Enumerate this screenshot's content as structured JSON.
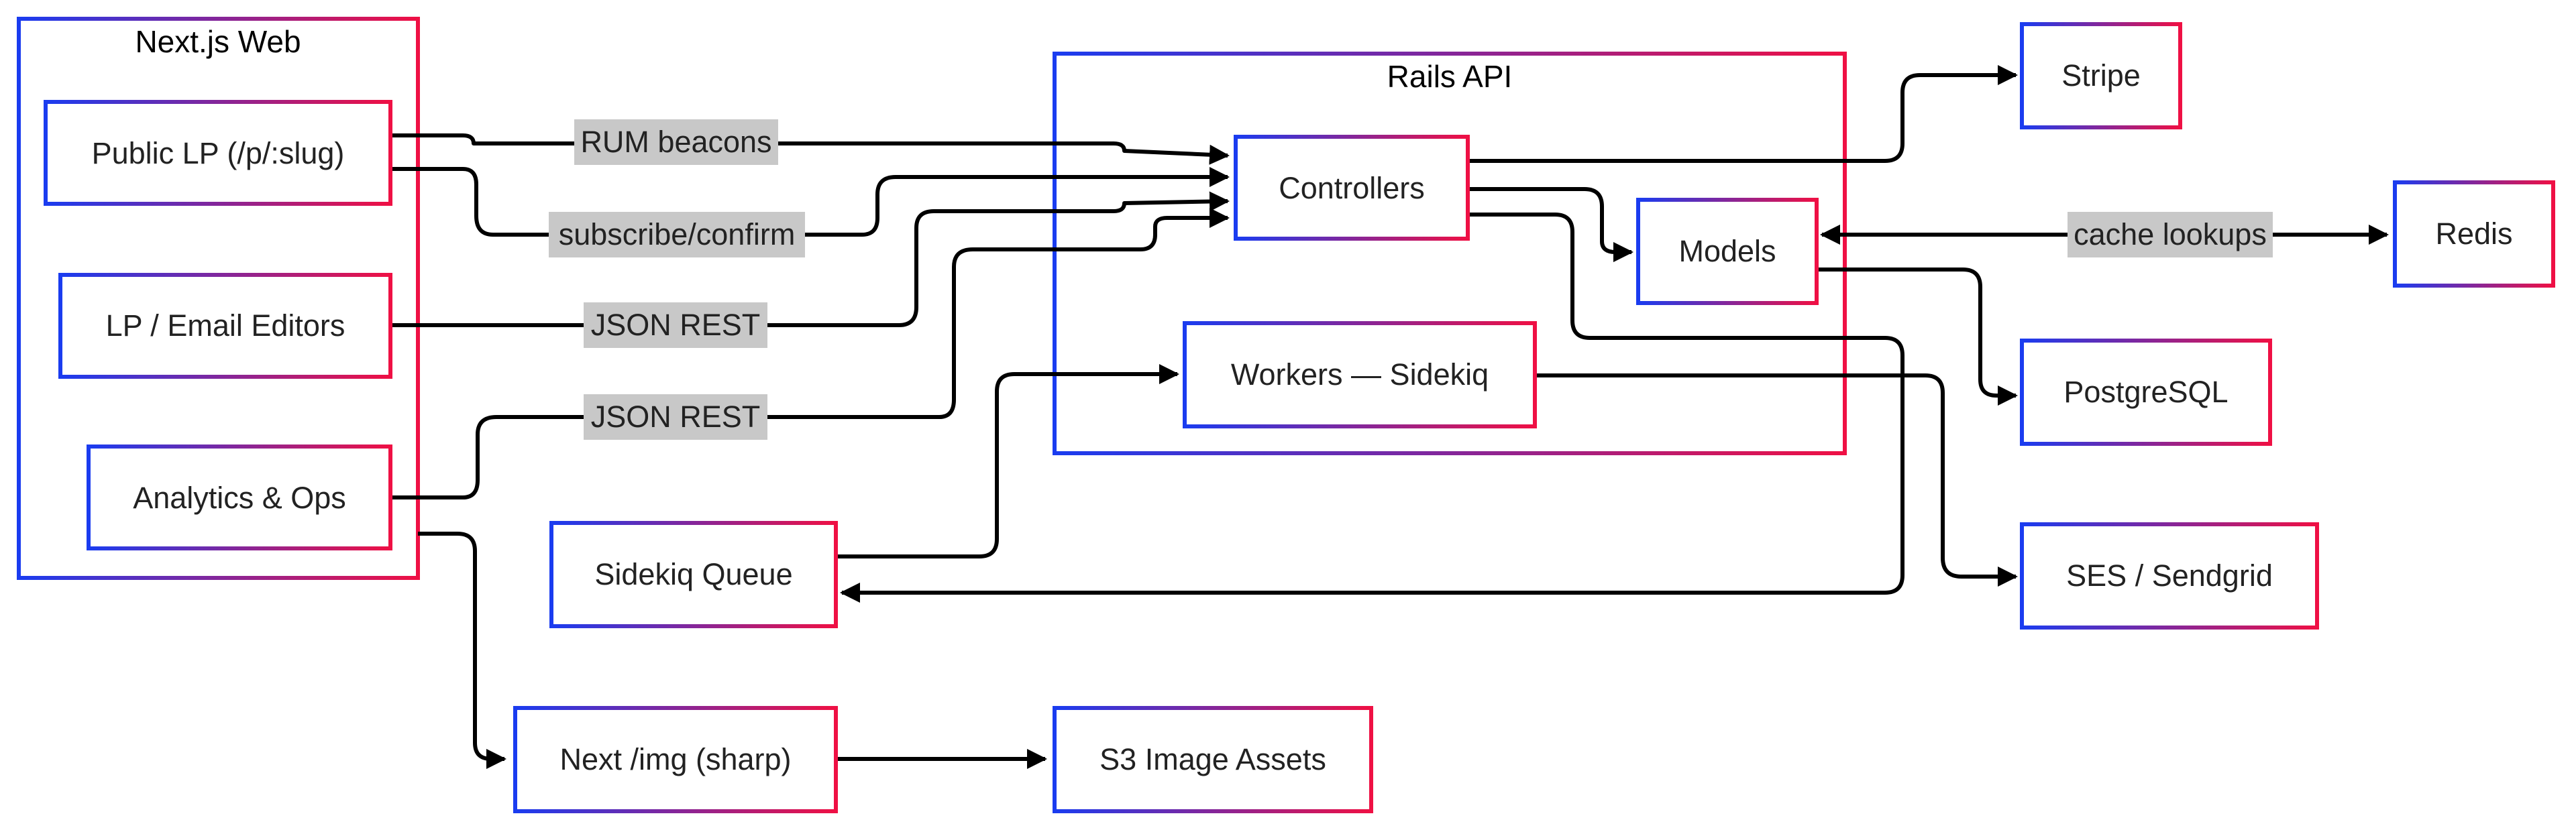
{
  "diagram": {
    "colors": {
      "gradient_start": "#1a3cf0",
      "gradient_end": "#ef1044",
      "edge": "#000000",
      "label_bg": "#c8c8c8"
    },
    "groups": {
      "nextjs": {
        "title": "Next.js Web"
      },
      "rails": {
        "title": "Rails API"
      }
    },
    "nodes": {
      "public_lp": {
        "label": "Public LP (/p/:slug)"
      },
      "editors": {
        "label": "LP / Email Editors"
      },
      "analytics": {
        "label": "Analytics & Ops"
      },
      "controllers": {
        "label": "Controllers"
      },
      "models": {
        "label": "Models"
      },
      "workers": {
        "label": "Workers — Sidekiq"
      },
      "stripe": {
        "label": "Stripe"
      },
      "redis": {
        "label": "Redis"
      },
      "postgres": {
        "label": "PostgreSQL"
      },
      "ses": {
        "label": "SES / Sendgrid"
      },
      "queue": {
        "label": "Sidekiq Queue"
      },
      "next_img": {
        "label": "Next /img (sharp)"
      },
      "s3": {
        "label": "S3 Image Assets"
      }
    },
    "edges": {
      "rum": {
        "label": "RUM beacons"
      },
      "subscribe": {
        "label": "subscribe/confirm"
      },
      "json_rest_1": {
        "label": "JSON REST"
      },
      "json_rest_2": {
        "label": "JSON REST"
      },
      "cache": {
        "label": "cache lookups"
      }
    }
  }
}
